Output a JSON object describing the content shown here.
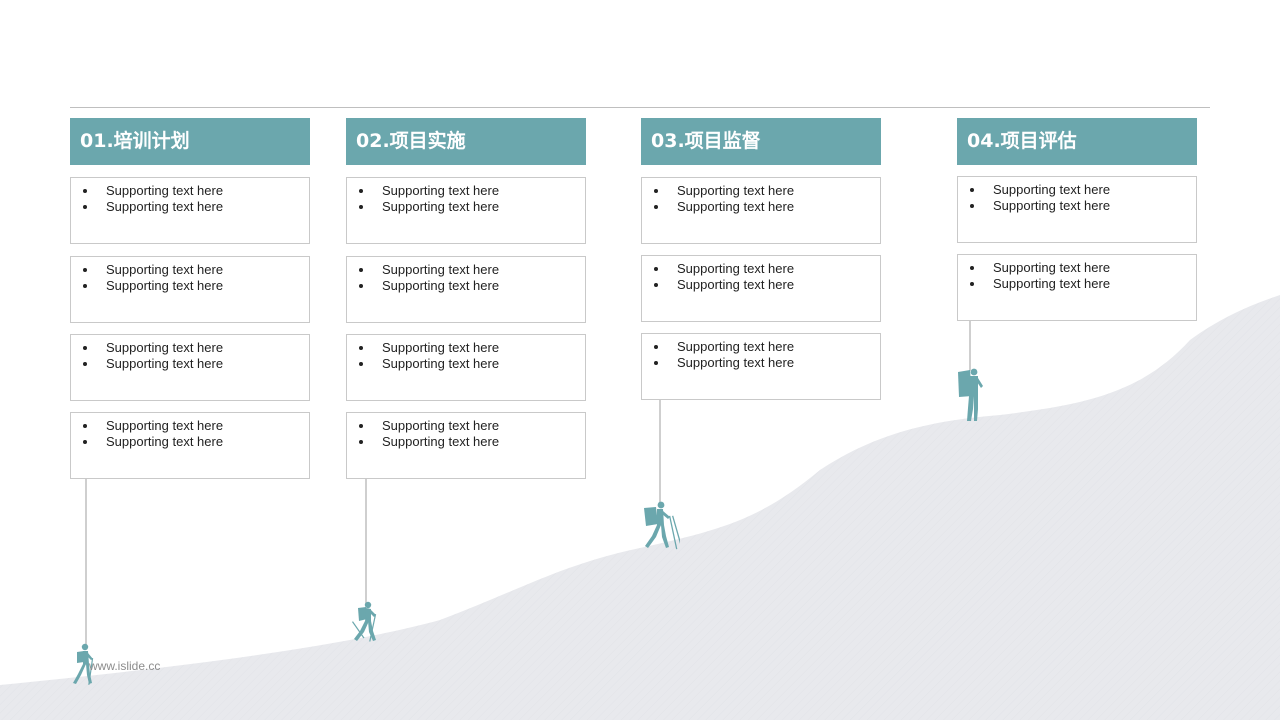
{
  "colors": {
    "accent": "#6ba7ad",
    "mountain": "#e8e9ed",
    "card_border": "#c9c9c9",
    "rule": "#bfbfbf"
  },
  "steps": [
    {
      "title": "01.培训计划",
      "cards": [
        [
          "Supporting text here",
          "Supporting text here"
        ],
        [
          "Supporting text here",
          "Supporting text here"
        ],
        [
          "Supporting text here",
          "Supporting text here"
        ],
        [
          "Supporting text here",
          "Supporting text here"
        ]
      ],
      "climber_icon": "hiker-icon"
    },
    {
      "title": "02.项目实施",
      "cards": [
        [
          "Supporting text here",
          "Supporting text here"
        ],
        [
          "Supporting text here",
          "Supporting text here"
        ],
        [
          "Supporting text here",
          "Supporting text here"
        ],
        [
          "Supporting text here",
          "Supporting text here"
        ]
      ],
      "climber_icon": "hiker-icon"
    },
    {
      "title": "03.项目监督",
      "cards": [
        [
          "Supporting text here",
          "Supporting text here"
        ],
        [
          "Supporting text here",
          "Supporting text here"
        ],
        [
          "Supporting text here",
          "Supporting text here"
        ]
      ],
      "climber_icon": "hiker-icon"
    },
    {
      "title": "04.项目评估",
      "cards": [
        [
          "Supporting text here",
          "Supporting text here"
        ],
        [
          "Supporting text here",
          "Supporting text here"
        ]
      ],
      "climber_icon": "hiker-icon"
    }
  ],
  "footer": {
    "url": "www.islide.cc"
  }
}
